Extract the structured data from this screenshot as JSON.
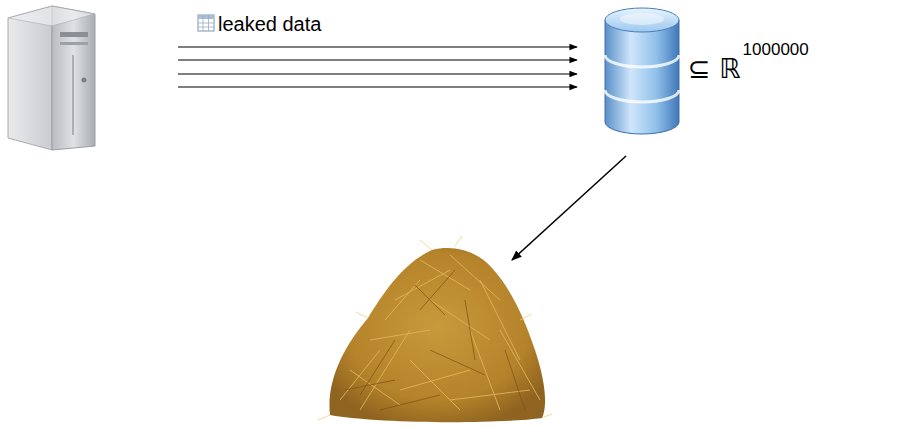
{
  "diagram": {
    "labels": [
      "leaked data",
      "⊆ ℝ",
      "1000000"
    ]
  }
}
